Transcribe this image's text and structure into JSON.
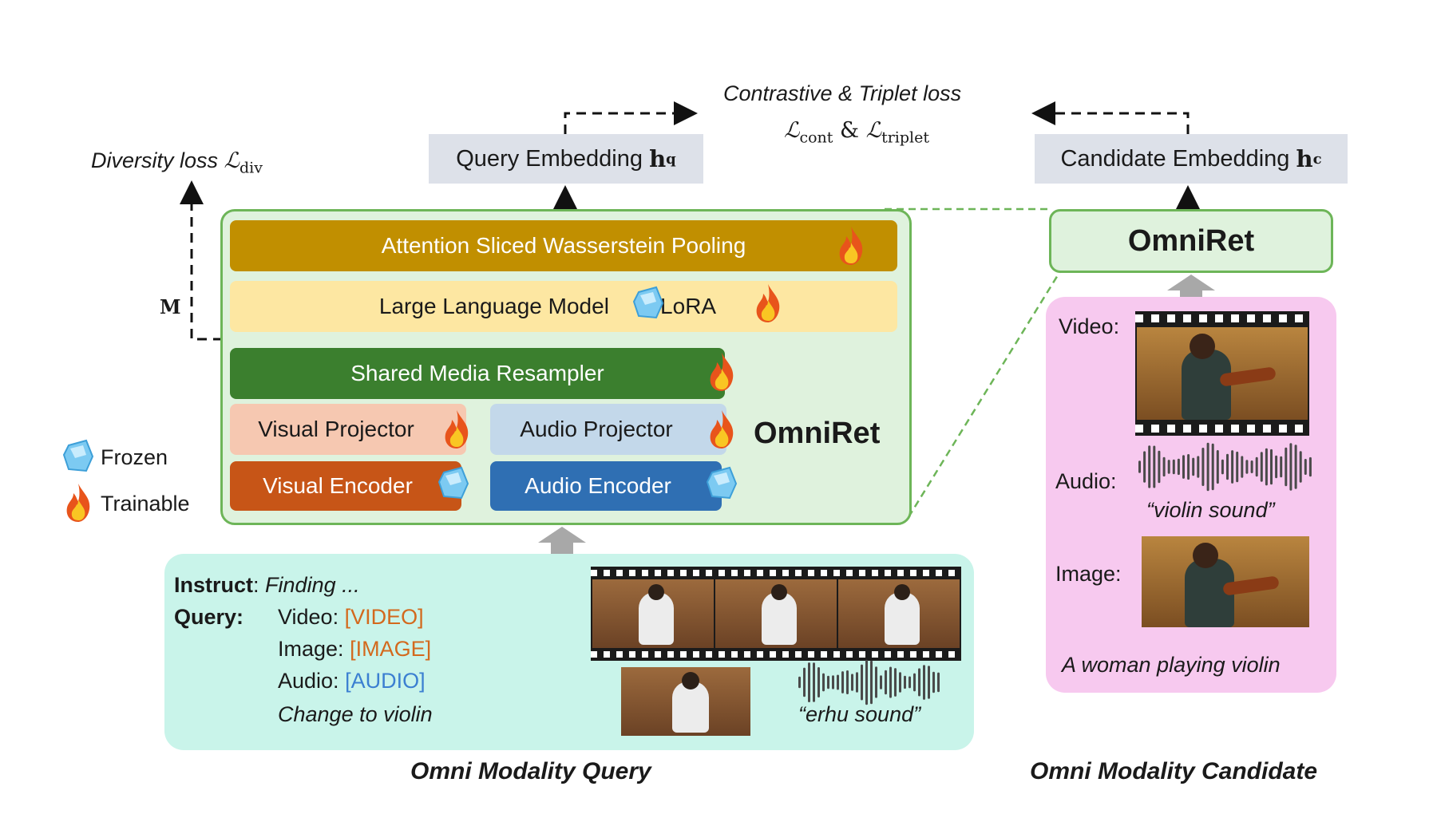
{
  "loss": {
    "contrastive_title": "Contrastive & Triplet loss",
    "cont_symbol": "ℒ",
    "cont_sub": "cont",
    "amp": "&",
    "triplet_symbol": "ℒ",
    "triplet_sub": "triplet",
    "diversity_label": "Diversity loss",
    "div_symbol": "ℒ",
    "div_sub": "div",
    "m_label": "M"
  },
  "embeddings": {
    "query_label": "Query Embedding",
    "query_symbol": "h",
    "query_sub": "q",
    "candidate_label": "Candidate Embedding",
    "candidate_symbol": "h",
    "candidate_sub": "c"
  },
  "model": {
    "name": "OmniRet",
    "pooling": "Attention Sliced Wasserstein Pooling",
    "llm": "Large Language Model",
    "lora": "+ LoRA",
    "resampler": "Shared Media Resampler",
    "visual_projector": "Visual Projector",
    "audio_projector": "Audio Projector",
    "visual_encoder": "Visual Encoder",
    "audio_encoder": "Audio Encoder",
    "candidate_model": "OmniRet"
  },
  "legend": {
    "frozen": "Frozen",
    "trainable": "Trainable"
  },
  "query": {
    "instruct_label": "Instruct",
    "instruct_colon": ":",
    "instruct_text": "Finding ...",
    "query_label": "Query:",
    "video_label": "Video:",
    "video_token": "[VIDEO]",
    "image_label": "Image:",
    "image_token": "[IMAGE]",
    "audio_label": "Audio:",
    "audio_token": "[AUDIO]",
    "modification": "Change to violin",
    "audio_caption": "“erhu sound”",
    "section_title": "Omni Modality Query"
  },
  "candidate": {
    "video_label": "Video:",
    "audio_label": "Audio:",
    "audio_caption": "“violin sound”",
    "image_label": "Image:",
    "caption": "A woman playing violin",
    "section_title": "Omni Modality Candidate"
  },
  "colors": {
    "pooling": "#c18f00",
    "llm": "#fde7a2",
    "resampler": "#3b7f2e",
    "visual_projector": "#f6c8b1",
    "audio_projector": "#c3d8ea",
    "visual_encoder": "#c75517",
    "audio_encoder": "#2f6fb3",
    "model_bg": "#dff2dd",
    "model_border": "#6db558",
    "query_bg": "#c9f4ea",
    "candidate_bg": "#f7c9ef",
    "orange_token": "#d3691d",
    "blue_token": "#3b7fd1"
  }
}
